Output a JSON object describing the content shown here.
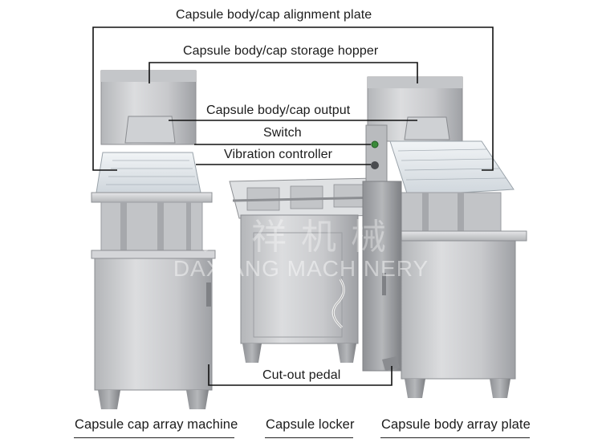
{
  "labels": {
    "alignment_plate": "Capsule body/cap alignment plate",
    "storage_hopper": "Capsule body/cap storage hopper",
    "output": "Capsule body/cap output",
    "switch": "Switch",
    "vibration_controller": "Vibration controller",
    "cutout_pedal": "Cut-out pedal"
  },
  "bottom_labels": {
    "cap_machine": "Capsule cap array machine",
    "locker": "Capsule locker",
    "body_plate": "Capsule body array plate"
  },
  "watermark": {
    "chinese": "大祥机械",
    "english": "DAXIANG MACHINERY"
  },
  "colors": {
    "steel_light": "#d9dadc",
    "steel_mid": "#b9bbbe",
    "steel_dark": "#8e9094",
    "leader_line": "#111111",
    "acrylic": "#e9eef2"
  }
}
